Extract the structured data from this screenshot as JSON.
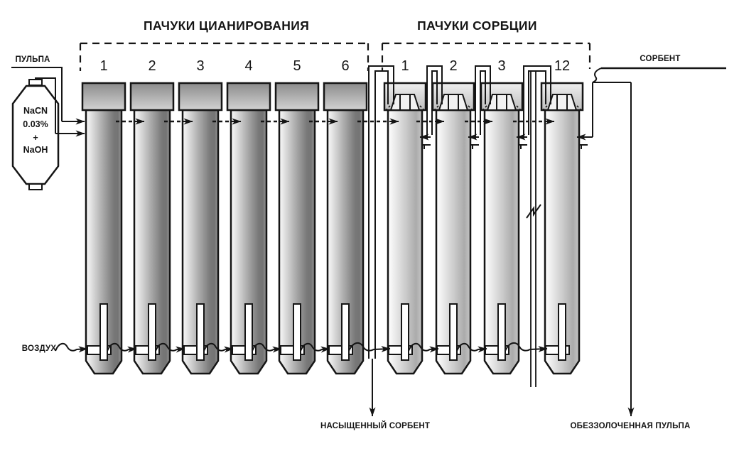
{
  "diagram": {
    "title_cyanidation": "ПАЧУКИ ЦИАНИРОВАНИЯ",
    "title_sorption": "ПАЧУКИ СОРБЦИИ",
    "labels": {
      "pulp_in": "ПУЛЬПА",
      "sorbent_in": "СОРБЕНТ",
      "air_in": "ВОЗДУХ",
      "saturated_sorbent_out": "НАСЫЩЕННЫЙ СОРБЕНТ",
      "barren_pulp_out": "ОБЕЗЗОЛОЧЕННАЯ ПУЛЬПА"
    },
    "reagent_vessel": {
      "line1": "NaCN",
      "line2": "0.03%",
      "line3": "+",
      "line4": "NaOH"
    },
    "cyanidation_tanks": [
      "1",
      "2",
      "3",
      "4",
      "5",
      "6"
    ],
    "sorption_tanks": [
      "1",
      "2",
      "3",
      "12"
    ],
    "colors": {
      "line": "#151515",
      "background": "#ffffff",
      "tank_dark": "#7e7e7e",
      "tank_light": "#cfcfcf"
    }
  }
}
